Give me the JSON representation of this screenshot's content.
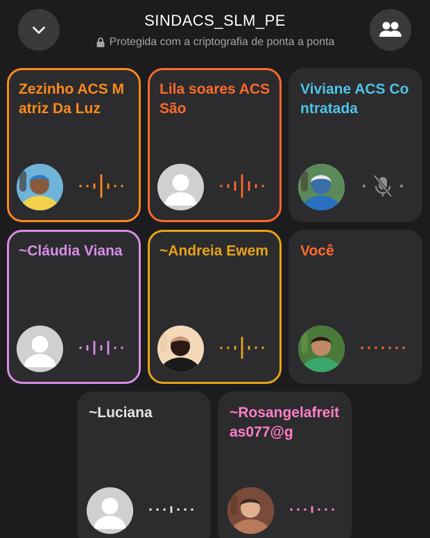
{
  "header": {
    "title": "SINDACS_SLM_PE",
    "subtitle": "Protegida com a criptografia de ponta a ponta",
    "back_icon": "chevron-down-icon",
    "people_icon": "participants-icon"
  },
  "participants": [
    {
      "name": "Zezinho ACS Matriz Da Luz",
      "color": "#ff8a1c",
      "speaking": true,
      "muted": false,
      "avatar": "photo-group"
    },
    {
      "name": "Lila soares ACS São",
      "color": "#ff6a2a",
      "speaking": true,
      "muted": false,
      "avatar": "default"
    },
    {
      "name": "Viviane ACS Contratada",
      "color": "#4fc3e8",
      "speaking": false,
      "muted": true,
      "avatar": "photo-blue"
    },
    {
      "name": "~Cláudia Viana",
      "color": "#d98ee8",
      "speaking": true,
      "muted": false,
      "avatar": "default"
    },
    {
      "name": "~Andreia Ewem",
      "color": "#e8a417",
      "speaking": true,
      "muted": false,
      "avatar": "photo-woman"
    },
    {
      "name": "Você",
      "color": "#ff6a2a",
      "speaking": false,
      "muted": false,
      "avatar": "photo-man"
    },
    {
      "name": "~Luciana",
      "color": "#e5e5ea",
      "speaking": false,
      "muted": false,
      "avatar": "default"
    },
    {
      "name": "~Rosangelafreitas077@g",
      "color": "#ff7fc8",
      "speaking": false,
      "muted": false,
      "avatar": "photo-couple"
    }
  ]
}
